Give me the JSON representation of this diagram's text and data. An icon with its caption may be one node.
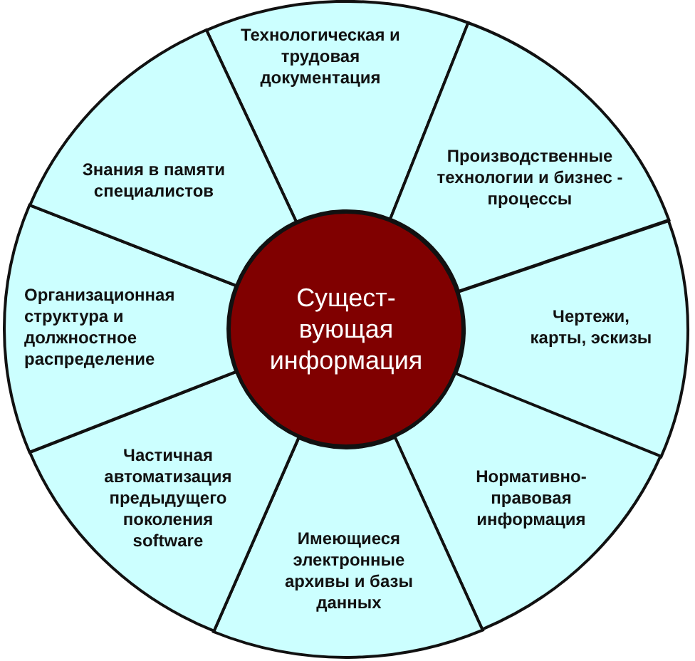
{
  "diagram": {
    "nodes": [
      {
        "text": [
          "Технологическая и трудовая документация"
        ]
      },
      {
        "text": [
          "Производственные технологии и бизнес - процессы"
        ]
      },
      {
        "text": [
          "Чертежи, карты, эскизы"
        ]
      },
      {
        "text": [
          "Нормативно-правовая информация"
        ]
      },
      {
        "text": [
          "Имеющиеся электронные архивы и базы данных"
        ]
      },
      {
        "text": [
          "Частичная автоматизация предыдущего поколения software"
        ]
      },
      {
        "text": [
          "Организационная структура и должностное распределение"
        ]
      },
      {
        "text": [
          "Знания в памяти специалистов"
        ]
      },
      {
        "text": [
          "Сущест-вующая информация"
        ]
      }
    ]
  }
}
